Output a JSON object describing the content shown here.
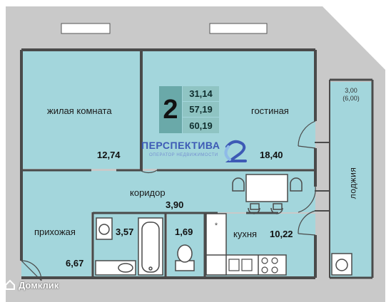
{
  "colors": {
    "wall": "#4a4a4a",
    "outer": "#c9c9c9",
    "floor": "#a3d6dc",
    "badge_dark": "#6aa9a9",
    "badge_light": "#8fc4c3",
    "brand": "#3d5ab5"
  },
  "rooms": {
    "living_room": {
      "name": "жилая комната",
      "area": "12,74"
    },
    "lounge": {
      "name": "гостиная",
      "area": "18,40"
    },
    "corridor": {
      "name": "коридор",
      "area": "3,90"
    },
    "hallway": {
      "name": "прихожая",
      "area": "6,67"
    },
    "bathroom": {
      "area": "3,57"
    },
    "toilet": {
      "area": "1,69"
    },
    "kitchen": {
      "name": "кухня",
      "area": "10,22"
    },
    "loggia": {
      "name": "лоджия",
      "area": "3,00",
      "area_alt": "(6,00)"
    }
  },
  "badge": {
    "rooms_count": "2",
    "living_area": "31,14",
    "total_area": "57,19",
    "total_area_with_loggia": "60,19"
  },
  "brand": {
    "name": "ПЕРСПЕКТИВА",
    "tagline": "ОПЕРАТОР НЕДВИЖИМОСТИ",
    "logo_icon": "swirl-logo-icon"
  },
  "watermark": {
    "text": "Домклик",
    "icon": "domclick-house-icon"
  }
}
